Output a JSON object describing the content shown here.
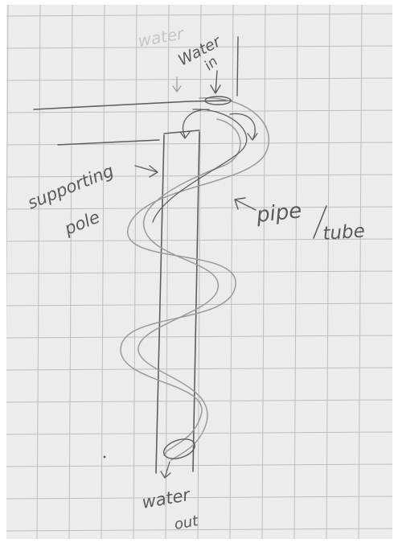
{
  "labels": {
    "water_in_faint": "water",
    "water_in_top": "Water",
    "water_in_bottom": "in",
    "supporting_line1": "supporting",
    "supporting_line2": "pole",
    "pipe": "pipe",
    "tube": "tube",
    "water_out_top": "water",
    "water_out_bottom": "out"
  },
  "colors": {
    "paper": "#ececec",
    "grid": "#bdbdbd",
    "pencil": "#5e5e5e"
  }
}
